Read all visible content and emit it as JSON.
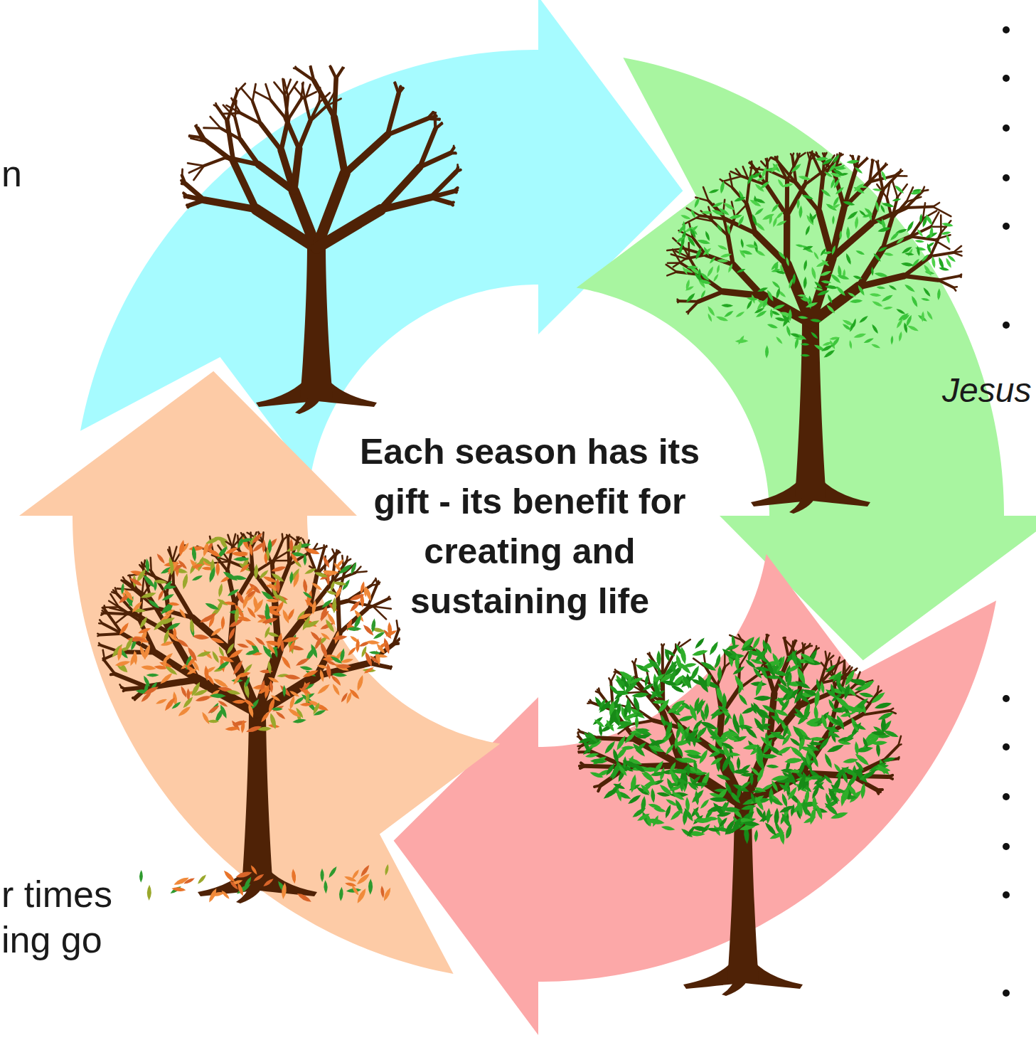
{
  "diagram": {
    "labels": [
      "n",
      "Jesus",
      "Each season has its gift - its benefit for creating and sustaining life",
      "r times",
      "ing go"
    ]
  }
}
